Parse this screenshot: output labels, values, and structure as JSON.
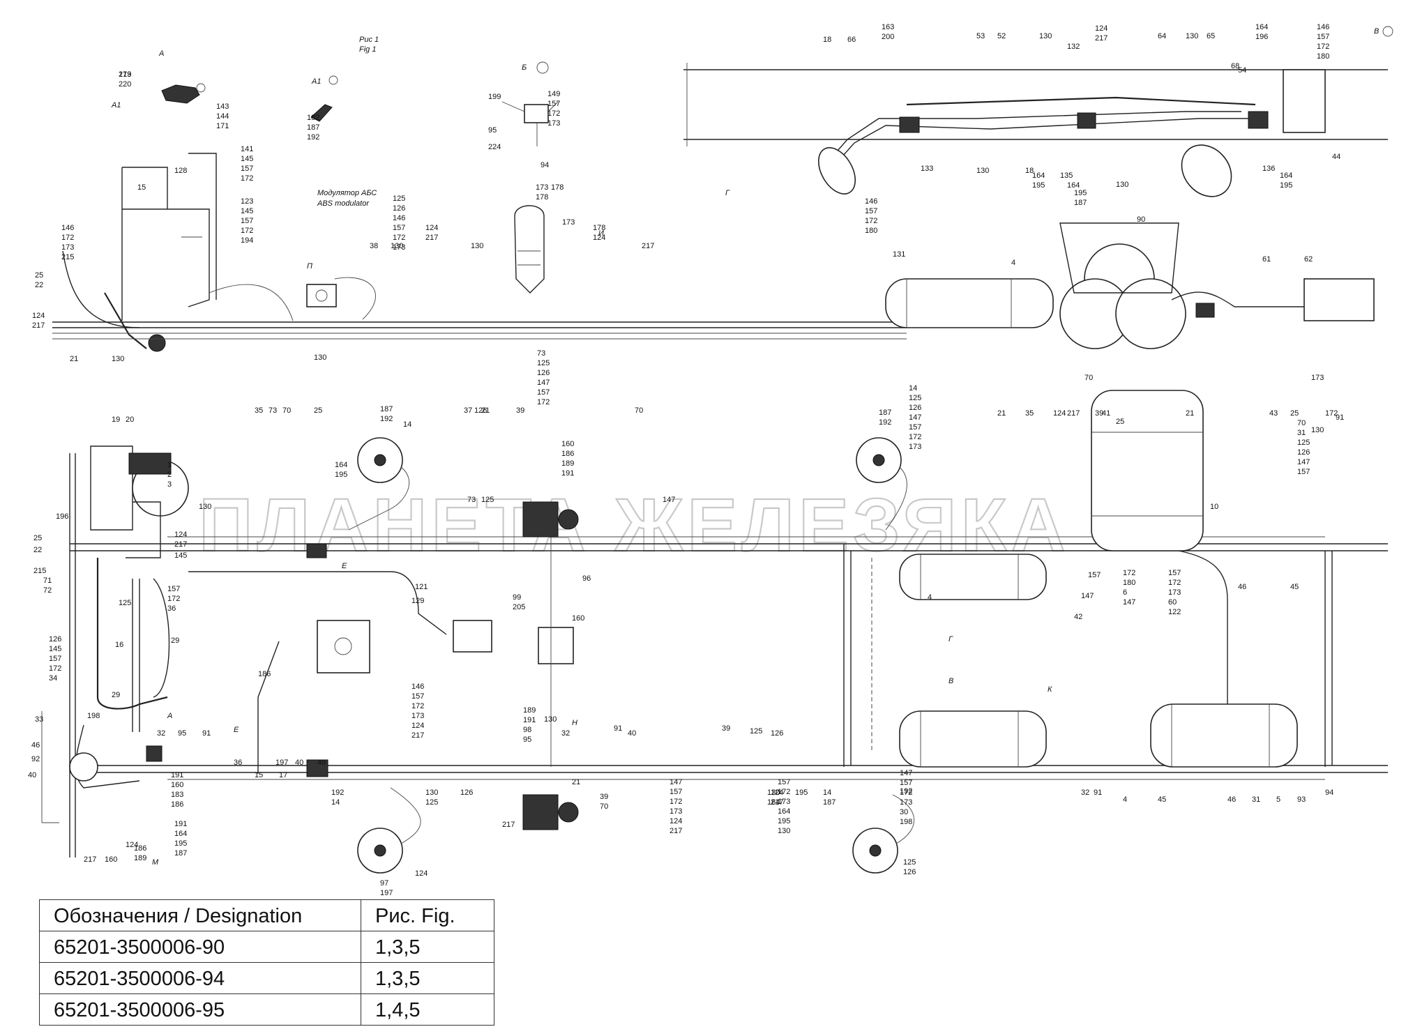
{
  "figure": {
    "ref_ru": "Рис 1",
    "ref_en": "Fig 1"
  },
  "views": {
    "a": "А",
    "a1": "А1",
    "b": "Б",
    "v": "В",
    "g": "Г",
    "ye": "Е",
    "i": "И",
    "k": "К",
    "m": "М",
    "n": "Н",
    "p": "П"
  },
  "abs_modulator": {
    "ru": "Модулятор АБС",
    "en": "ABS modulator"
  },
  "watermark": "ПЛАНЕТА ЖЕЛЕЗЯКА",
  "callouts": {
    "top_left": [
      "219",
      "220",
      "143",
      "144",
      "171",
      "182",
      "187",
      "192",
      "199",
      "95",
      "224",
      "94",
      "149",
      "157",
      "172",
      "173",
      "141",
      "145",
      "157",
      "172",
      "128",
      "15",
      "123",
      "145",
      "157",
      "172",
      "194",
      "146",
      "172",
      "173",
      "215",
      "25",
      "22",
      "124",
      "217",
      "21",
      "130",
      "38",
      "130",
      "125",
      "126",
      "146",
      "157",
      "172",
      "173",
      "124",
      "217",
      "130",
      "173",
      "178",
      "178",
      "173",
      "178",
      "124",
      "217",
      "130",
      "35",
      "73",
      "70",
      "25",
      "37",
      "21",
      "39",
      "70",
      "73",
      "125",
      "126",
      "147",
      "157",
      "172",
      "173"
    ],
    "top_right": [
      "163",
      "200",
      "18",
      "66",
      "53",
      "52",
      "130",
      "132",
      "124",
      "217",
      "64",
      "130",
      "65",
      "68",
      "54",
      "164",
      "196",
      "146",
      "157",
      "172",
      "180",
      "133",
      "130",
      "18",
      "164",
      "195",
      "135",
      "164",
      "195",
      "187",
      "130",
      "136",
      "164",
      "195",
      "44",
      "146",
      "157",
      "172",
      "180",
      "131",
      "4",
      "90",
      "61",
      "62",
      "21",
      "35",
      "124",
      "217",
      "39",
      "25",
      "70",
      "41",
      "21",
      "43",
      "25",
      "70",
      "31",
      "125",
      "126",
      "147",
      "157",
      "172",
      "173",
      "91",
      "130"
    ],
    "bottom": [
      "19",
      "20",
      "1",
      "2",
      "3",
      "187",
      "192",
      "14",
      "164",
      "195",
      "160",
      "186",
      "189",
      "191",
      "187",
      "192",
      "14",
      "125",
      "126",
      "147",
      "157",
      "172",
      "173",
      "4",
      "196",
      "25",
      "22",
      "215",
      "71",
      "72",
      "130",
      "124",
      "217",
      "145",
      "157",
      "172",
      "36",
      "125",
      "126",
      "145",
      "157",
      "172",
      "34",
      "16",
      "29",
      "29",
      "33",
      "46",
      "92",
      "40",
      "198",
      "32",
      "95",
      "91",
      "36",
      "197",
      "40",
      "46",
      "15",
      "17",
      "121",
      "129",
      "99",
      "205",
      "96",
      "160",
      "186",
      "189",
      "191",
      "98",
      "95",
      "130",
      "32",
      "91",
      "40",
      "39",
      "125",
      "126",
      "146",
      "157",
      "172",
      "173",
      "124",
      "217",
      "130",
      "125",
      "126",
      "147",
      "157",
      "172",
      "173",
      "124",
      "217",
      "130",
      "164",
      "195",
      "14",
      "187",
      "192",
      "125",
      "126",
      "147",
      "157",
      "172",
      "173",
      "30",
      "198",
      "42",
      "147",
      "157",
      "172",
      "180",
      "6",
      "147",
      "157",
      "172",
      "173",
      "60",
      "122",
      "10",
      "46",
      "45",
      "32",
      "91",
      "4",
      "45",
      "46",
      "31",
      "5",
      "93",
      "94",
      "124",
      "217",
      "160",
      "186",
      "189",
      "191",
      "160",
      "183",
      "186",
      "191",
      "164",
      "195",
      "187",
      "192",
      "14",
      "97",
      "197",
      "124",
      "217",
      "21",
      "39",
      "70",
      "73",
      "125",
      "126",
      "147",
      "157",
      "172",
      "173",
      "164",
      "195",
      "130",
      "124",
      "217"
    ]
  },
  "legend": {
    "headers": [
      "Обозначения / Designation",
      "Рис. Fig."
    ],
    "rows": [
      {
        "designation": "65201-3500006-90",
        "fig": "1,3,5"
      },
      {
        "designation": "65201-3500006-94",
        "fig": "1,3,5"
      },
      {
        "designation": "65201-3500006-95",
        "fig": "1,4,5"
      }
    ]
  }
}
